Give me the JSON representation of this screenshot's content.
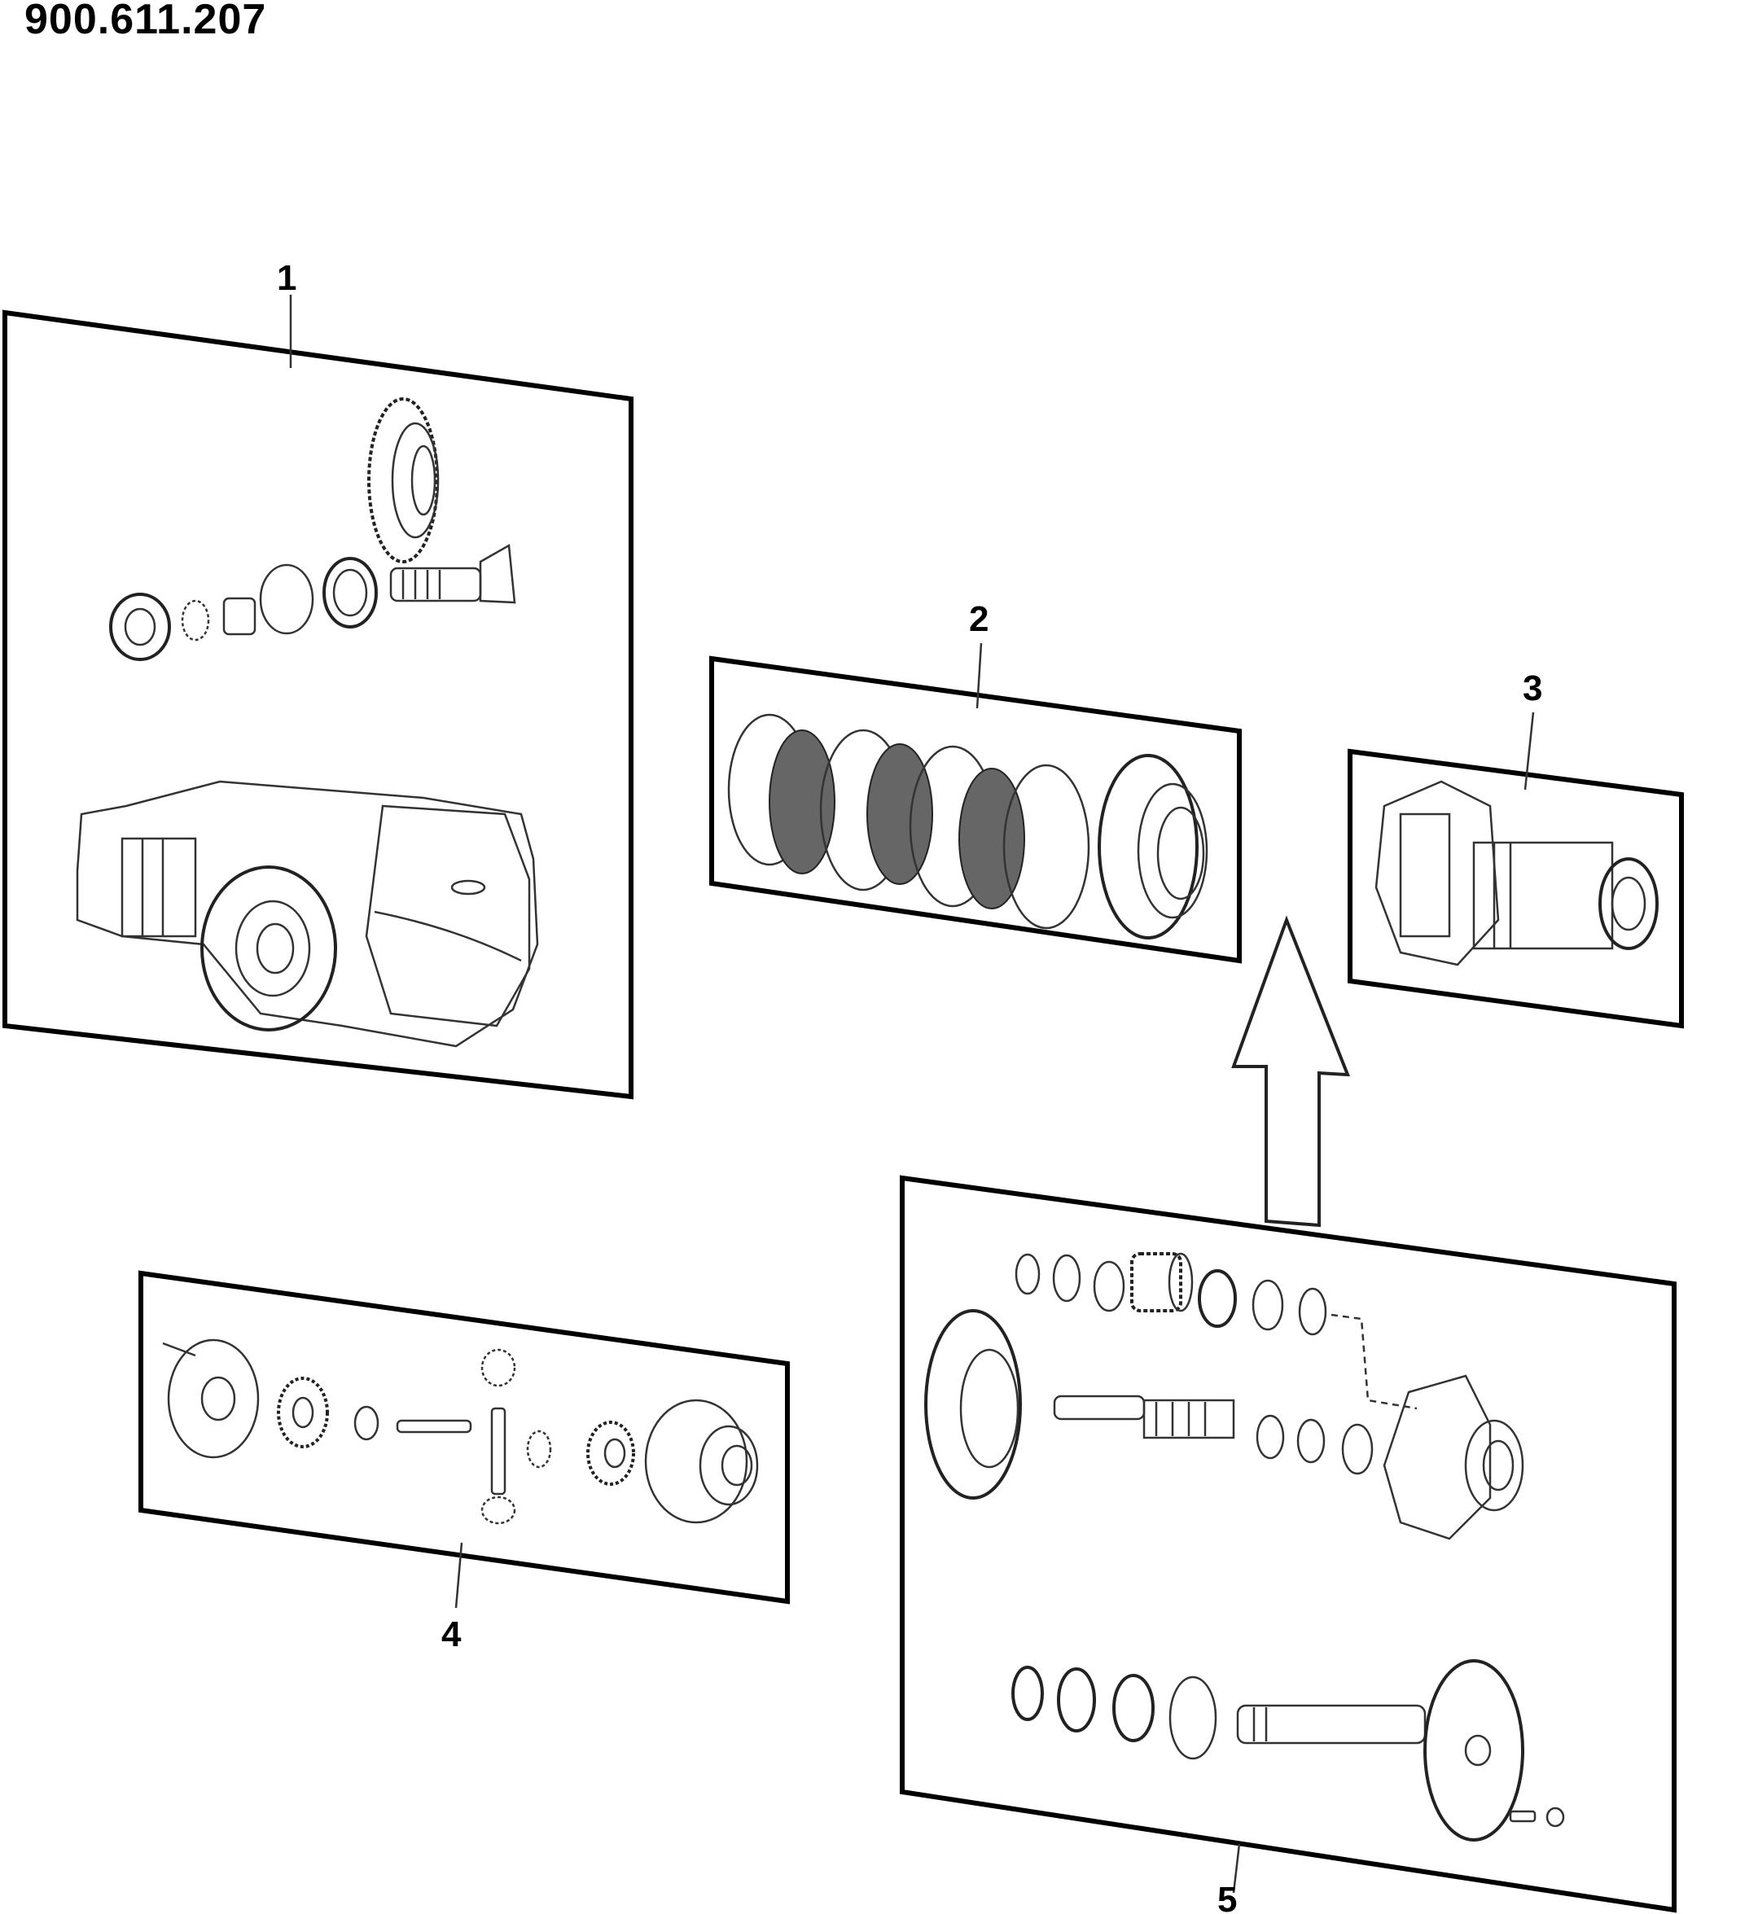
{
  "document": {
    "number": "900.611.207"
  },
  "callouts": [
    "1",
    "2",
    "3",
    "4",
    "5"
  ],
  "colors": {
    "line": "#000000",
    "background": "#ffffff"
  }
}
